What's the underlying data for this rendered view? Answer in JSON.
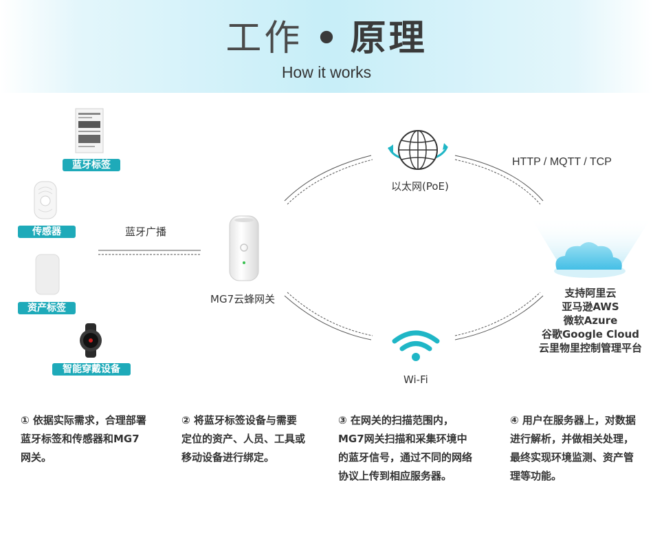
{
  "header": {
    "title_light": "工作",
    "title_dot": "•",
    "title_bold": "原理",
    "subtitle": "How it works"
  },
  "devices": {
    "bluetooth_tag": "蓝牙标签",
    "sensor": "传感器",
    "asset_tag": "资产标签",
    "wearable": "智能穿戴设备"
  },
  "labels": {
    "bluetooth_broadcast": "蓝牙广播",
    "gateway": "MG7云蜂网关",
    "ethernet": "以太网(PoE)",
    "protocols": "HTTP / MQTT / TCP",
    "wifi": "Wi-Fi"
  },
  "cloud": {
    "lines": [
      "支持阿里云",
      "亚马逊AWS",
      "微软Azure",
      "谷歌Google Cloud",
      "云里物里控制管理平台"
    ]
  },
  "steps": [
    {
      "lines": [
        "① 依据实际需求，合理部署",
        "蓝牙标签和传感器和MG7",
        "网关。"
      ]
    },
    {
      "lines": [
        "② 将蓝牙标签设备与需要",
        "定位的资产、人员、工具或",
        "移动设备进行绑定。"
      ]
    },
    {
      "lines": [
        "③ 在网关的扫描范围内，",
        "MG7网关扫描和采集环境中",
        "的蓝牙信号，通过不同的网络",
        "协议上传到相应服务器。"
      ]
    },
    {
      "lines": [
        "④ 用户在服务器上，对数据",
        "进行解析，并做相关处理，",
        "最终实现环境监测、资产管",
        "理等功能。"
      ]
    }
  ],
  "colors": {
    "accent": "#1eaab9",
    "wifi": "#1fb6c6",
    "cloud": "#55c9ea"
  }
}
